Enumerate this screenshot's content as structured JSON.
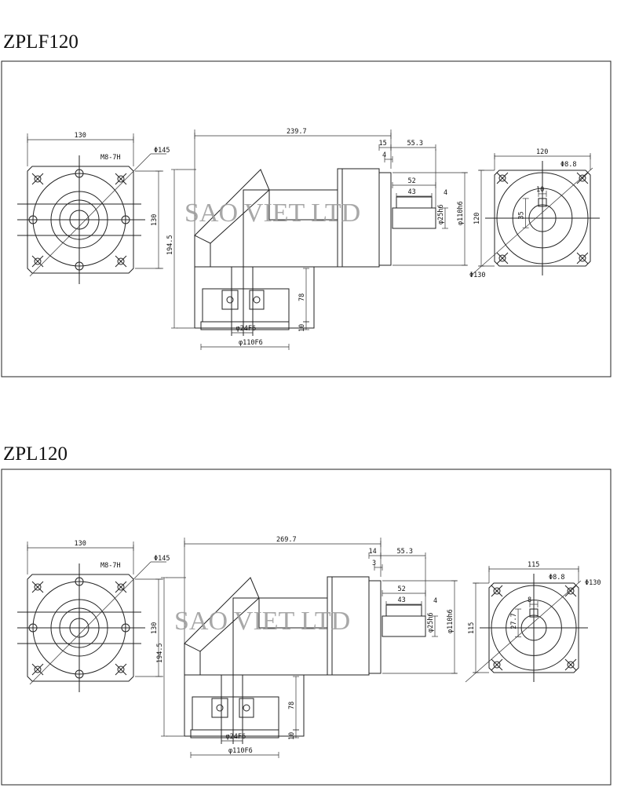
{
  "drawings": [
    {
      "title": "ZPLF120",
      "watermark": "SAO VIET LTD",
      "front_view": {
        "width": "130",
        "height": "130",
        "thread": "M8-7H",
        "pcd": "Φ145"
      },
      "side_view": {
        "length": "239.7",
        "flange": "15",
        "shaft_len": "55.3",
        "step": "4",
        "key_span": "52",
        "key_len": "43",
        "key_offset": "4",
        "shaft_dia": "φ25h6",
        "pilot_dia": "φ110h6",
        "height": "194.5",
        "input_height": "78",
        "input_flange": "10",
        "input_bore": "φ24F6",
        "input_pilot": "φ110F6"
      },
      "end_view": {
        "width": "120",
        "height": "120",
        "hole": "Φ8.8",
        "pcd": "Φ130",
        "key_width": "10",
        "key_height": "35"
      }
    },
    {
      "title": "ZPL120",
      "watermark": "SAO VIET LTD",
      "front_view": {
        "width": "130",
        "height": "130",
        "thread": "M8-7H",
        "pcd": "Φ145"
      },
      "side_view": {
        "length": "269.7",
        "flange": "14",
        "shaft_len": "55.3",
        "step": "3",
        "key_span": "52",
        "key_len": "43",
        "key_offset": "4",
        "shaft_dia": "φ25h6",
        "pilot_dia": "φ110h6",
        "height": "194.5",
        "input_height": "78",
        "input_flange": "10",
        "input_bore": "φ24F6",
        "input_pilot": "φ110F6"
      },
      "end_view": {
        "width": "115",
        "height": "115",
        "hole": "Φ8.8",
        "pcd": "Φ130",
        "key_width": "8",
        "key_height": "27.7"
      }
    }
  ]
}
